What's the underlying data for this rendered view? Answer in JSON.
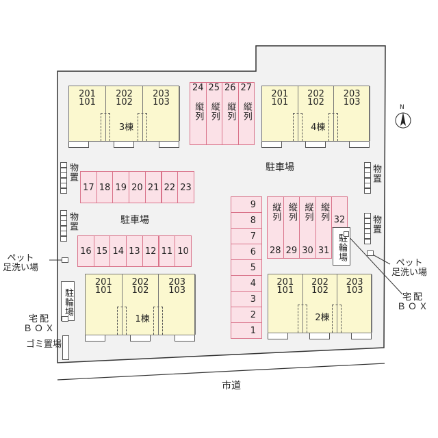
{
  "buildings": [
    {
      "name": "3棟",
      "units": [
        [
          "201",
          "101"
        ],
        [
          "202",
          "102"
        ],
        [
          "203",
          "103"
        ]
      ]
    },
    {
      "name": "4棟",
      "units": [
        [
          "201",
          "101"
        ],
        [
          "202",
          "102"
        ],
        [
          "203",
          "103"
        ]
      ]
    },
    {
      "name": "1棟",
      "units": [
        [
          "201",
          "101"
        ],
        [
          "202",
          "102"
        ],
        [
          "203",
          "103"
        ]
      ]
    },
    {
      "name": "2棟",
      "units": [
        [
          "201",
          "101"
        ],
        [
          "202",
          "102"
        ],
        [
          "203",
          "103"
        ]
      ]
    }
  ],
  "parking": {
    "top_vertical": [
      "24",
      "25",
      "26",
      "27"
    ],
    "row_upper": [
      "17",
      "18",
      "19",
      "20",
      "21",
      "22",
      "23"
    ],
    "row_lower": [
      "16",
      "15",
      "14",
      "13",
      "12",
      "11",
      "10"
    ],
    "column": [
      "9",
      "8",
      "7",
      "6",
      "5",
      "4",
      "3",
      "2",
      "1"
    ],
    "right_vertical": [
      "28",
      "29",
      "30",
      "31"
    ],
    "stall_32": "32",
    "vertical_label": "縦列"
  },
  "labels": {
    "parking_lot": "駐車場",
    "storage": "物置",
    "bicycle": "駐輪場",
    "pet_wash": [
      "ペット",
      "足洗い場"
    ],
    "delivery_box": [
      "宅配",
      "ＢＯＸ"
    ],
    "garbage": "ゴミ置場",
    "road": "市道",
    "north": "N"
  },
  "colors": {
    "building": "#fbf8cf",
    "parking": "#fbe1e7",
    "site": "#f2f2f2"
  }
}
